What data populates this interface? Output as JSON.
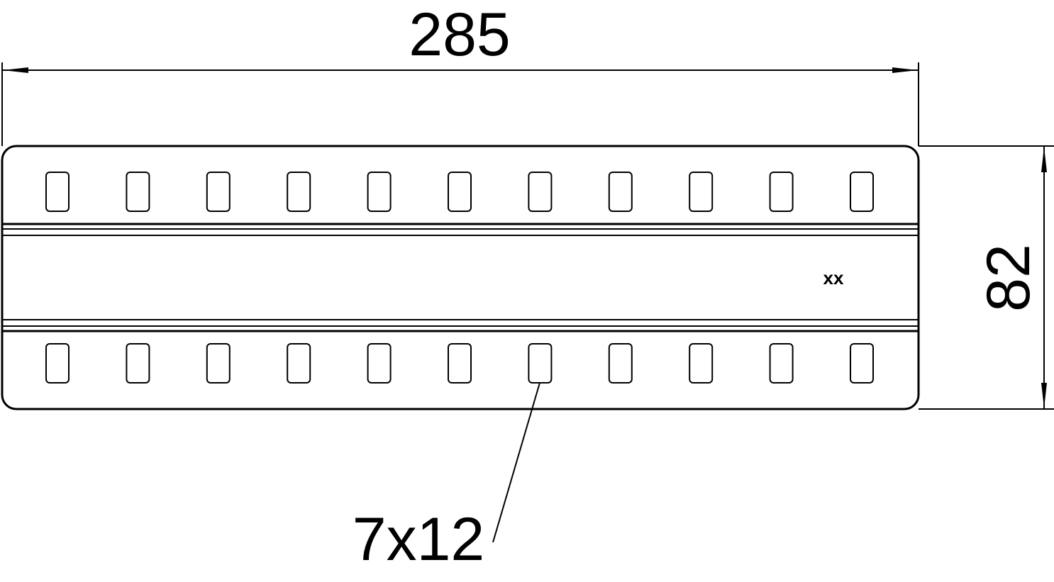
{
  "drawing": {
    "width_dimension": "285",
    "height_dimension": "82",
    "slot_label": "7x12",
    "marking": "xx",
    "slots_per_row": 11,
    "rows": 2
  }
}
